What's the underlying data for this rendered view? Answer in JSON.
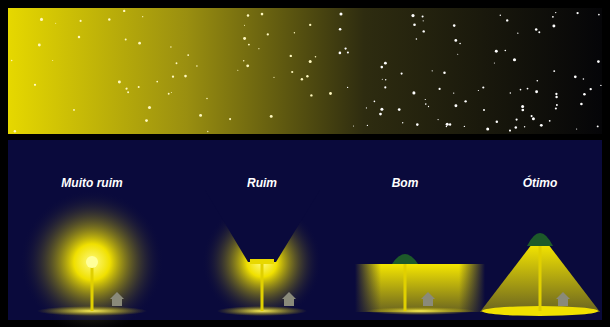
{
  "diagram": {
    "labels": [
      "Muito ruim",
      "Ruim",
      "Bom",
      "Ótimo"
    ]
  }
}
